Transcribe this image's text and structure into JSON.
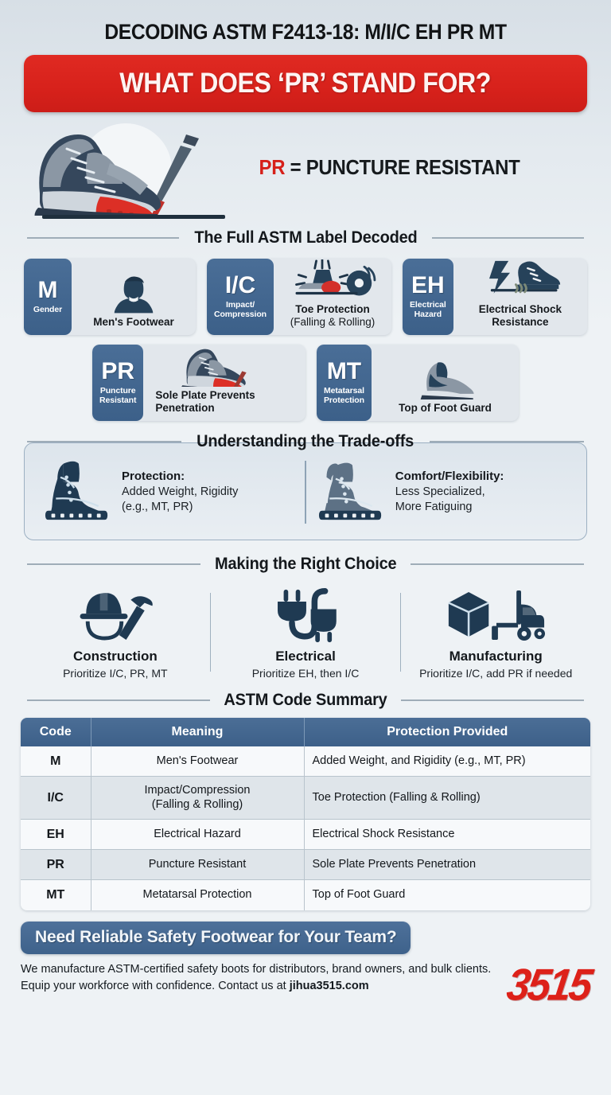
{
  "header": {
    "kicker": "DECODING ASTM F2413-18: M/I/C EH PR MT",
    "banner": "WHAT DOES ‘PR’ STAND FOR?"
  },
  "hero": {
    "code": "PR",
    "equals": " = PUNCTURE RESISTANT",
    "art_name": "safety-boot-nail-illustration"
  },
  "sections": {
    "decoded_title": "The Full ASTM Label Decoded",
    "tradeoffs_title": "Understanding the Trade-offs",
    "choice_title": "Making the Right Choice",
    "summary_title": "ASTM Code Summary"
  },
  "badges": [
    {
      "code": "M",
      "sub": "Gender",
      "text": "Men's Footwear",
      "text2": "",
      "icon": "person-icon"
    },
    {
      "code": "I/C",
      "sub": "Impact/\nCompression",
      "text": "Toe Protection",
      "text2": "(Falling & Rolling)",
      "icon": "toe-impact-icon"
    },
    {
      "code": "EH",
      "sub": "Electrical\nHazard",
      "text": "Electrical Shock",
      "text2": "Resistance",
      "icon": "bolt-boot-icon"
    },
    {
      "code": "PR",
      "sub": "Puncture\nResistant",
      "text": "Sole Plate Prevents",
      "text2": "Penetration",
      "icon": "boot-nail-icon"
    },
    {
      "code": "MT",
      "sub": "Metatarsal\nProtection",
      "text": "Top of Foot Guard",
      "text2": "",
      "icon": "metatarsal-boot-icon"
    }
  ],
  "tradeoffs": [
    {
      "title": "Protection:",
      "line1": "Added Weight, Rigidity",
      "line2": "(e.g., MT, PR)",
      "icon": "dark-work-boot-icon"
    },
    {
      "title": "Comfort/Flexibility:",
      "line1": "Less Specialized,",
      "line2": "More Fatiguing",
      "icon": "light-work-boot-icon"
    }
  ],
  "choices": [
    {
      "title": "Construction",
      "sub": "Prioritize I/C, PR, MT",
      "icon": "hardhat-hammer-icon"
    },
    {
      "title": "Electrical",
      "sub": "Prioritize EH, then I/C",
      "icon": "plug-cord-icon"
    },
    {
      "title": "Manufacturing",
      "sub": "Prioritize I/C, add PR if needed",
      "icon": "box-forklift-icon"
    }
  ],
  "table": {
    "headers": [
      "Code",
      "Meaning",
      "Protection Provided"
    ],
    "rows": [
      {
        "code": "M",
        "meaning": "Men's Footwear",
        "protection": "Added Weight, and Rigidity (e.g., MT, PR)"
      },
      {
        "code": "I/C",
        "meaning": "Impact/Compression\n(Falling & Rolling)",
        "protection": "Toe Protection (Falling & Rolling)"
      },
      {
        "code": "EH",
        "meaning": "Electrical Hazard",
        "protection": "Electrical Shock Resistance"
      },
      {
        "code": "PR",
        "meaning": "Puncture Resistant",
        "protection": "Sole Plate Prevents Penetration"
      },
      {
        "code": "MT",
        "meaning": "Metatarsal Protection",
        "protection": "Top of Foot Guard"
      }
    ]
  },
  "footer": {
    "cta": "Need Reliable Safety Footwear for Your Team?",
    "body_pre": "We manufacture ASTM-certified safety boots for distributors, brand owners, and bulk clients. Equip your workforce with confidence. Contact us at ",
    "body_link": "jihua3515.com",
    "logo": "3515"
  },
  "colors": {
    "brand_red": "#d6201a",
    "badge_blue": "#3d6089",
    "navy": "#1f3a52",
    "bg": "#eef2f5"
  }
}
